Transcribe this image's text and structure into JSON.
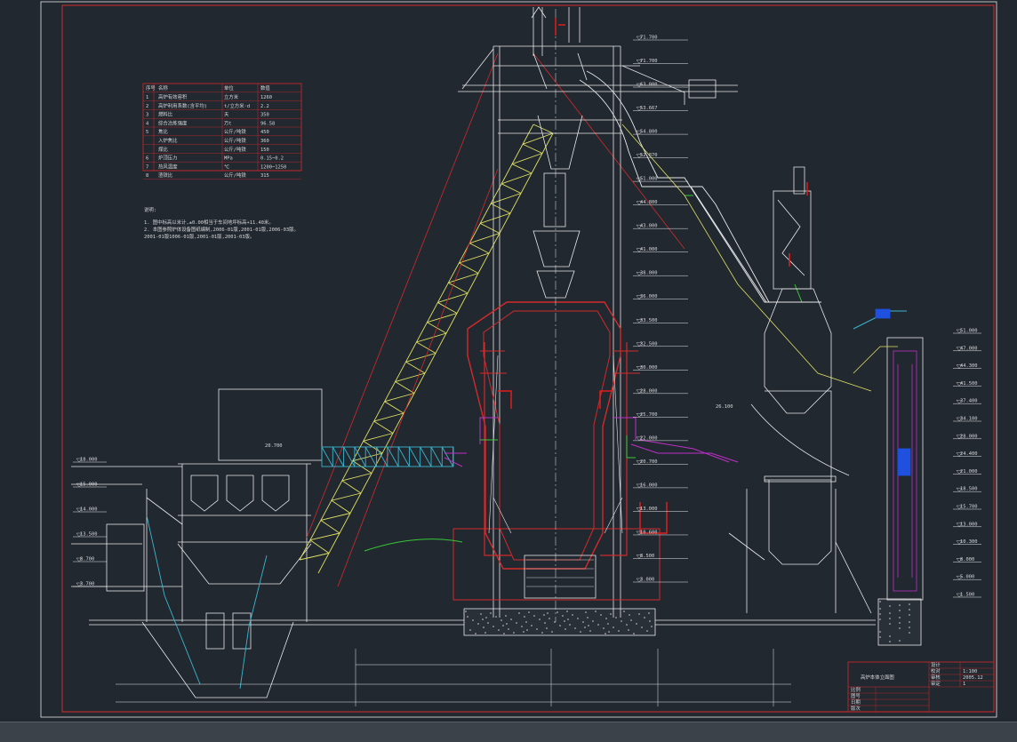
{
  "param_table": {
    "headers": [
      "序号",
      "名称",
      "单位",
      "数值"
    ],
    "rows": [
      {
        "no": "1",
        "name": "高炉有效容积",
        "unit": "立方米",
        "value": "1260"
      },
      {
        "no": "2",
        "name": "高炉利用系数(含平均)",
        "unit": "t/立方米·d",
        "value": "2.2"
      },
      {
        "no": "3",
        "name": "燃料比",
        "unit": "天",
        "value": "350"
      },
      {
        "no": "4",
        "name": "综合冶炼强度",
        "unit": "万t",
        "value": "96.58"
      },
      {
        "no": "5",
        "name": "焦比",
        "unit": "公斤/吨铁",
        "value": "450"
      },
      {
        "no": "",
        "name": "入炉焦比",
        "unit": "公斤/吨铁",
        "value": "360"
      },
      {
        "no": "",
        "name": "煤比",
        "unit": "公斤/吨铁",
        "value": "150"
      },
      {
        "no": "6",
        "name": "炉顶压力",
        "unit": "MPa",
        "value": "0.15~0.2"
      },
      {
        "no": "7",
        "name": "热风温度",
        "unit": "℃",
        "value": "1200~1250"
      },
      {
        "no": "8",
        "name": "渣铁比",
        "unit": "公斤/吨铁",
        "value": "315"
      }
    ]
  },
  "notes": {
    "title": "说明:",
    "lines": [
      "1. 图中标高以米计,±0.00相当于车间地坪标高+11.40米。",
      "2. 本图参照炉体设备图纸编制,2006-01版,2001-01版,2006-03版。",
      "2001-01版1006-01版,2001-01版,2001-03版。"
    ]
  },
  "elevations_left": [
    "18.000",
    "15.000",
    "14.000",
    "13.500",
    "8.700",
    "3.700"
  ],
  "elevations_main": [
    "71.700",
    "71.700",
    "63.000",
    "53.667",
    "54.800",
    "52.870",
    "51.000",
    "44.800",
    "43.000",
    "41.000",
    "38.000",
    "36.000",
    "33.500",
    "32.500",
    "30.000",
    "28.000",
    "25.700",
    "22.000",
    "20.700",
    "16.000",
    "13.000",
    "10.600",
    "8.500",
    "3.000"
  ],
  "elevations_right": [
    "51.000",
    "47.000",
    "44.300",
    "41.500",
    "37.400",
    "34.100",
    "28.000",
    "24.400",
    "21.000",
    "18.500",
    "15.700",
    "13.000",
    "10.300",
    "8.000",
    "5.000",
    "1.500"
  ],
  "bridge_label": "20.700",
  "stove_label": "26.100",
  "title_block": {
    "drawing_name": "高炉本体立面图",
    "cells": [
      "设计",
      "校对",
      "审核",
      "审定",
      "比例",
      "图号",
      "日期",
      "版次"
    ],
    "values": [
      "1:100",
      "2005.12",
      "1"
    ]
  },
  "colors": {
    "background": "#212830",
    "frame": "#d42a2a",
    "truss": "#e0e060",
    "structure": "#e8e8e8",
    "refractory": "#e01c1c",
    "bridge": "#3ab6d0",
    "pipe_magenta": "#c030c8",
    "green": "#38c838",
    "blue": "#2050e0"
  }
}
